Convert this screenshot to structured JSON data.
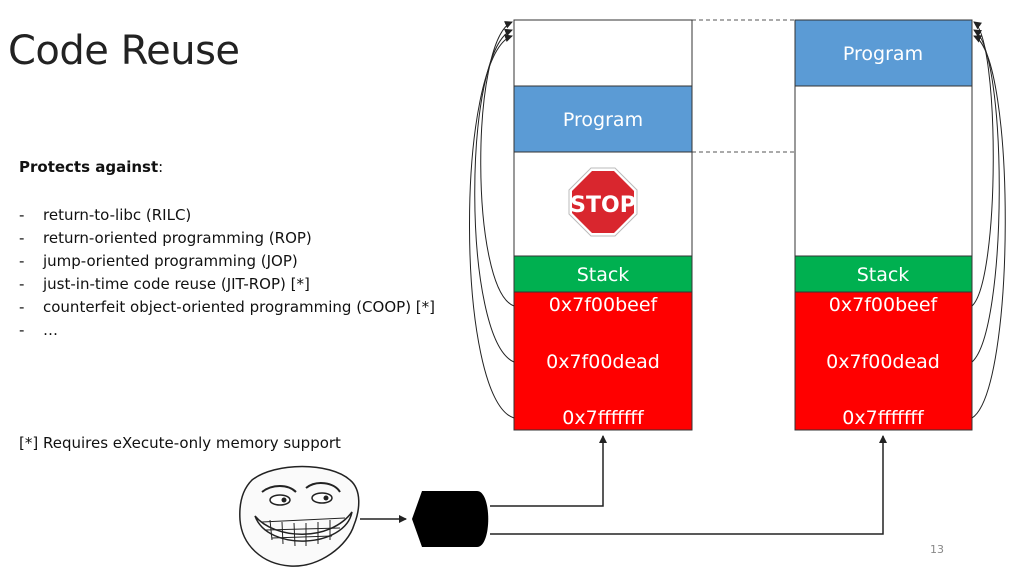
{
  "title": "Code Reuse",
  "protects_heading": "Protects against",
  "protects_colon": ":",
  "attacks": [
    "return-to-libc (RILC)",
    "return-oriented programming (ROP)",
    "jump-oriented programming (JOP)",
    "just-in-time code reuse (JIT-ROP) [*]",
    "counterfeit object-oriented programming (COOP) [*]",
    "…"
  ],
  "footnote": "[*] Requires eXecute-only memory support",
  "page_number": "13",
  "left_column": {
    "program_label": "Program",
    "stop_sign_text": "STOP",
    "stack_label": "Stack",
    "addresses": [
      "0x7f00beef",
      "0x7f00dead",
      "0x7fffffff"
    ]
  },
  "right_column": {
    "program_label": "Program",
    "stack_label": "Stack",
    "addresses": [
      "0x7f00beef",
      "0x7f00dead",
      "0x7fffffff"
    ]
  },
  "colors": {
    "program": "#5b9bd5",
    "stack": "#00b050",
    "data": "#ff0000",
    "stop": "#d9262e",
    "border": "#333333"
  }
}
